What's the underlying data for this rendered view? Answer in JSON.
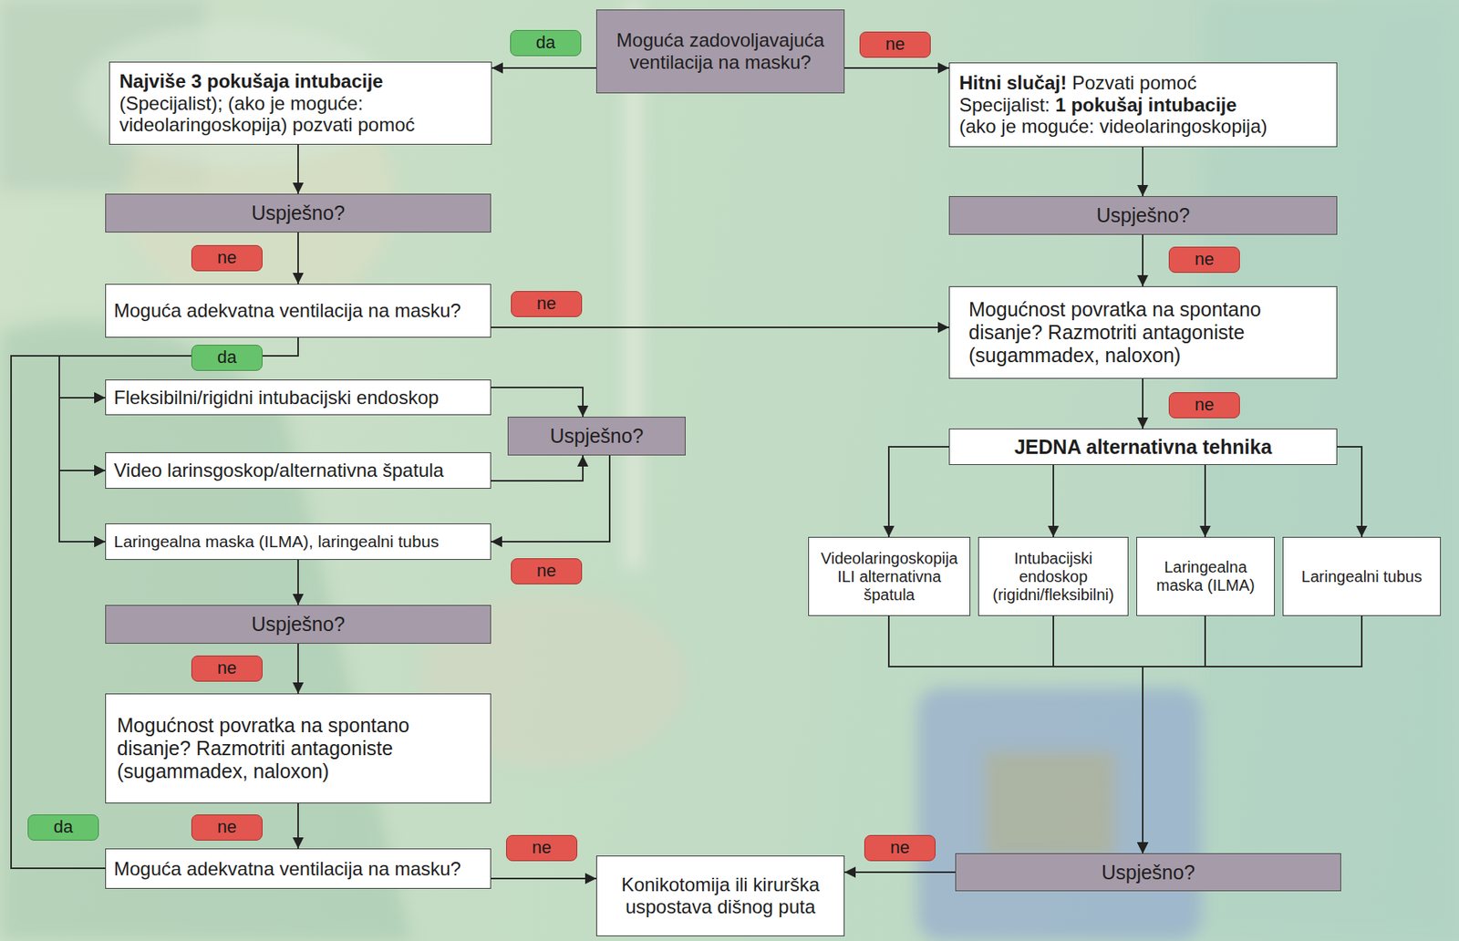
{
  "diagram": {
    "nodes": [
      {
        "text": [
          "Moguća zadovoljavajuća ventilacija na masku?"
        ]
      },
      {
        "text": [
          "Najviše 3 pokušaja intubacije",
          "(Specijalist); (ako je moguće: videolaringoskopija) pozvati pomoć"
        ]
      },
      {
        "text": [
          "Hitni slučaj!",
          "Pozvati pomoć",
          "Specijalist:",
          "1 pokušaj intubacije",
          "(ako je moguće: videolaringoskopija)"
        ]
      },
      {
        "text": [
          "Uspješno?"
        ]
      },
      {
        "text": [
          "Uspješno?"
        ]
      },
      {
        "text": [
          "Moguća adekvatna ventilacija na masku?"
        ]
      },
      {
        "text": [
          "Mogućnost povratka na spontano disanje? Razmotriti antagoniste (sugammadex, naloxon)"
        ]
      },
      {
        "text": [
          "Fleksibilni/rigidni intubacijski endoskop"
        ]
      },
      {
        "text": [
          "Uspješno?"
        ]
      },
      {
        "text": [
          "Video larinsgoskop/alternativna špatula"
        ]
      },
      {
        "text": [
          "JEDNA alternativna tehnika"
        ]
      },
      {
        "text": [
          "Laringealna maska (ILMA), laringealni tubus"
        ]
      },
      {
        "text": [
          "Videolaringoskopija ILI alternativna špatula"
        ]
      },
      {
        "text": [
          "Intubacijski endoskop (rigidni/fleksibilni)"
        ]
      },
      {
        "text": [
          "Laringealna maska (ILMA)"
        ]
      },
      {
        "text": [
          "Laringealni tubus"
        ]
      },
      {
        "text": [
          "Uspješno?"
        ]
      },
      {
        "text": [
          "Mogućnost povratka na spontano disanje? Razmotriti antagoniste (sugammadex, naloxon)"
        ]
      },
      {
        "text": [
          "Moguća adekvatna ventilacija na masku?"
        ]
      },
      {
        "text": [
          "Konikotomija ili kirurška uspostava dišnog puta"
        ]
      },
      {
        "text": [
          "Uspješno?"
        ]
      }
    ],
    "edges": [
      {
        "from": 0,
        "to": 1,
        "arrow": "to",
        "label": "da"
      },
      {
        "from": 0,
        "to": 2,
        "arrow": "to",
        "label": "ne"
      },
      {
        "from": 1,
        "to": 3,
        "arrow": "to"
      },
      {
        "from": 2,
        "to": 4,
        "arrow": "to"
      },
      {
        "from": 3,
        "to": 5,
        "arrow": "to",
        "label": "ne"
      },
      {
        "from": 4,
        "to": 6,
        "arrow": "to",
        "label": "ne"
      },
      {
        "from": 5,
        "to": 6,
        "arrow": "to",
        "label": "ne"
      },
      {
        "from": 5,
        "to": 7,
        "arrow": "to",
        "label": "da"
      },
      {
        "from": 5,
        "to": 9,
        "arrow": "to"
      },
      {
        "from": 5,
        "to": 11,
        "arrow": "to"
      },
      {
        "from": 7,
        "to": 8,
        "arrow": "to"
      },
      {
        "from": 9,
        "to": 8,
        "arrow": "to"
      },
      {
        "from": 8,
        "to": 11,
        "arrow": "to",
        "label": "ne"
      },
      {
        "from": 11,
        "to": 16,
        "arrow": "to"
      },
      {
        "from": 16,
        "to": 17,
        "arrow": "to",
        "label": "ne"
      },
      {
        "from": 17,
        "to": 18,
        "arrow": "to",
        "label": "ne"
      },
      {
        "from": 18,
        "to": 19,
        "arrow": "to",
        "label": "ne"
      },
      {
        "from": 18,
        "to": 7,
        "arrow": "to",
        "label": "da"
      },
      {
        "from": 18,
        "to": 9,
        "arrow": "to"
      },
      {
        "from": 18,
        "to": 11,
        "arrow": "to"
      },
      {
        "from": 6,
        "to": 10,
        "arrow": "to",
        "label": "ne"
      },
      {
        "from": 10,
        "to": 12,
        "arrow": "to"
      },
      {
        "from": 10,
        "to": 13,
        "arrow": "to"
      },
      {
        "from": 10,
        "to": 14,
        "arrow": "to"
      },
      {
        "from": 10,
        "to": 15,
        "arrow": "to"
      },
      {
        "from": 12,
        "to": 20,
        "arrow": "to"
      },
      {
        "from": 13,
        "to": 20,
        "arrow": "to"
      },
      {
        "from": 14,
        "to": 20,
        "arrow": "to"
      },
      {
        "from": 15,
        "to": 20,
        "arrow": "to"
      },
      {
        "from": 20,
        "to": 19,
        "arrow": "to",
        "label": "ne"
      }
    ]
  }
}
